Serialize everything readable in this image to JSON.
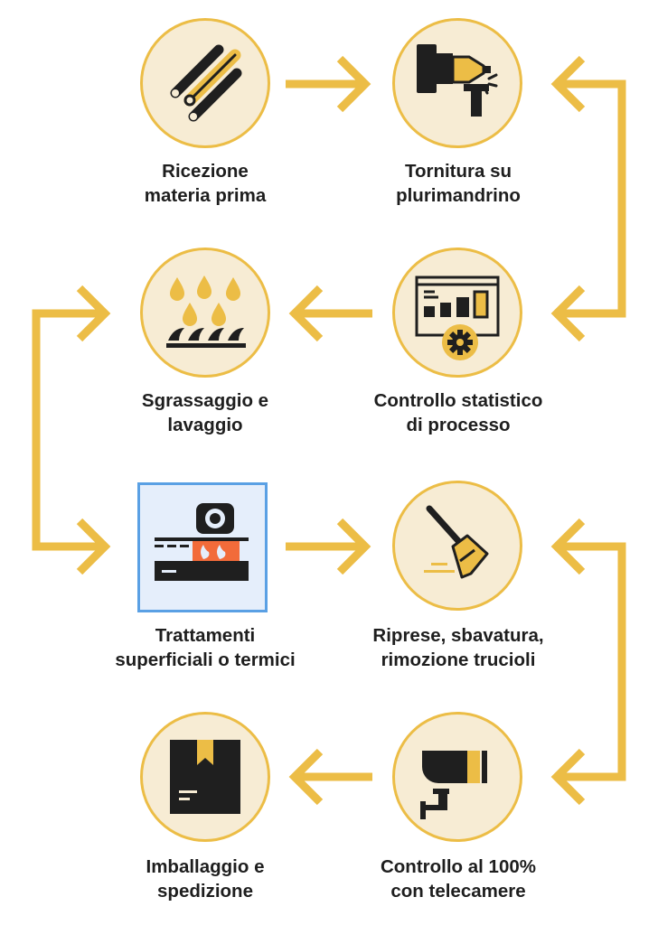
{
  "colors": {
    "accent": "#ecbd46",
    "circle_fill": "#f7ecd4",
    "dark": "#1f1f1f",
    "highlight_border": "#5aa0e4",
    "highlight_fill": "#e5eefb",
    "flame": "#f26b3a"
  },
  "steps": [
    {
      "id": "ricezione",
      "icon": "bars-icon",
      "lines": [
        "Ricezione",
        "materia prima"
      ]
    },
    {
      "id": "tornitura",
      "icon": "lathe-icon",
      "lines": [
        "Tornitura su",
        "plurimandrino"
      ]
    },
    {
      "id": "controllo-statistico",
      "icon": "dashboard-gear-icon",
      "lines": [
        "Controllo statistico",
        "di processo"
      ]
    },
    {
      "id": "sgrassaggio",
      "icon": "washing-drops-icon",
      "lines": [
        "Sgrassaggio e",
        "lavaggio"
      ]
    },
    {
      "id": "trattamenti",
      "icon": "furnace-icon",
      "lines": [
        "Trattamenti",
        "superficiali o termici"
      ]
    },
    {
      "id": "riprese",
      "icon": "broom-icon",
      "lines": [
        "Riprese, sbavatura,",
        "rimozione trucioli"
      ]
    },
    {
      "id": "controllo-100",
      "icon": "camera-icon",
      "lines": [
        "Controllo al 100%",
        "con telecamere"
      ]
    },
    {
      "id": "imballaggio",
      "icon": "box-icon",
      "lines": [
        "Imballaggio e",
        "spedizione"
      ]
    }
  ]
}
